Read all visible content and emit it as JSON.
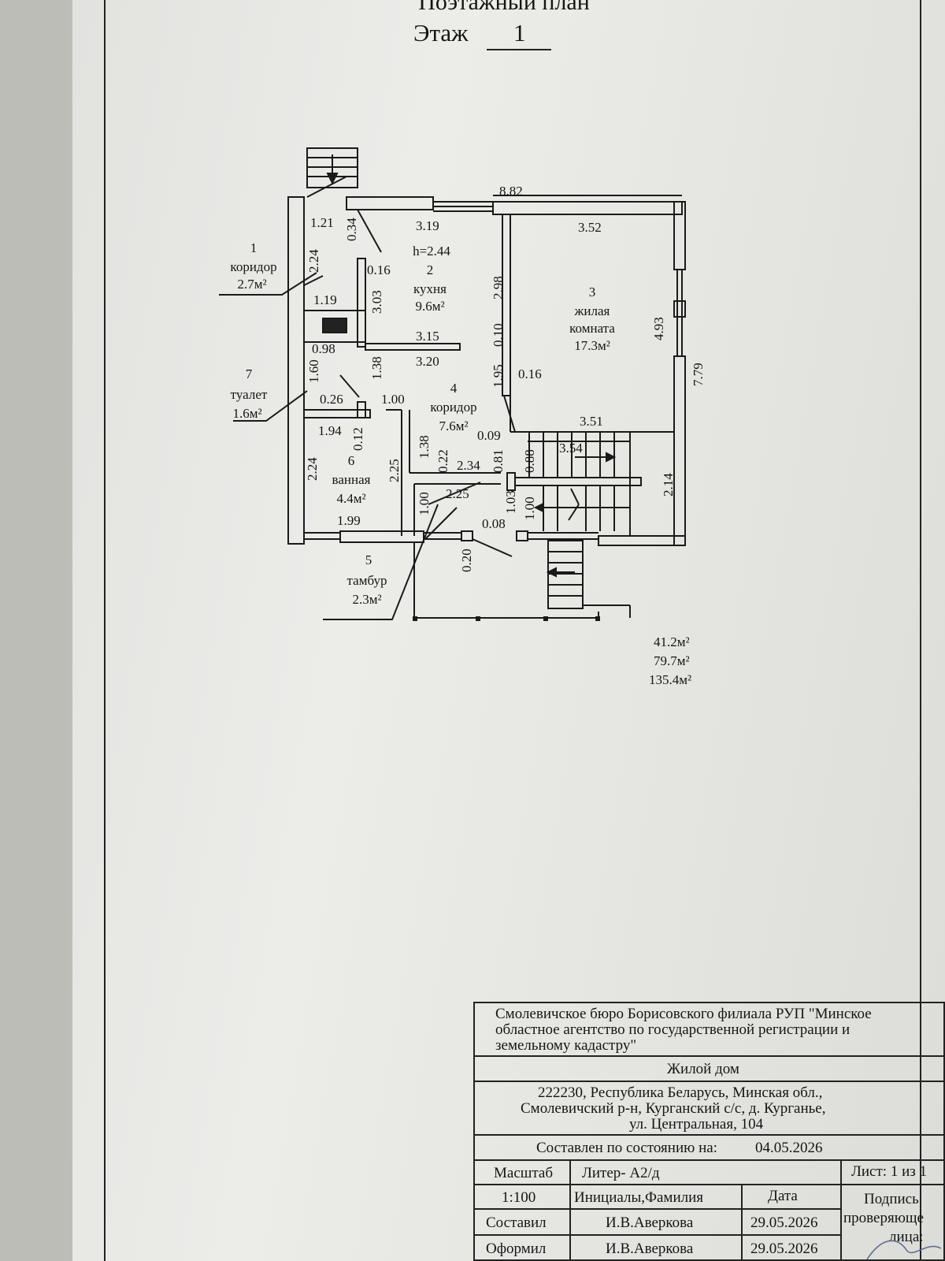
{
  "header": {
    "title_partial": "Поэтажный план",
    "floor_label": "Этаж",
    "floor_number": "1"
  },
  "rooms": [
    {
      "num": "1",
      "name": "коридор",
      "area": "2.7м²"
    },
    {
      "num": "2",
      "name": "кухня",
      "area": "9.6м²",
      "height": "h=2.44"
    },
    {
      "num": "3",
      "name_l1": "жилая",
      "name_l2": "комната",
      "area": "17.3м²"
    },
    {
      "num": "4",
      "name": "коридор",
      "area": "7.6м²"
    },
    {
      "num": "5",
      "name": "тамбур",
      "area": "2.3м²"
    },
    {
      "num": "6",
      "name": "ванная",
      "area": "4.4м²"
    },
    {
      "num": "7",
      "name": "туалет",
      "area": "1.6м²"
    }
  ],
  "dimensions": {
    "d_882": "8.82",
    "d_319": "3.19",
    "d_352": "3.52",
    "d_121": "1.21",
    "d_034": "0.34",
    "d_224a": "2.24",
    "d_016a": "0.16",
    "d_303": "3.03",
    "d_298": "2.98",
    "d_493": "4.93",
    "d_779": "7.79",
    "d_119": "1.19",
    "d_315": "3.15",
    "d_010": "0.10",
    "d_098": "0.98",
    "d_320": "3.20",
    "d_160": "1.60",
    "d_138a": "1.38",
    "d_195": "1.95",
    "d_016b": "0.16",
    "d_026": "0.26",
    "d_100a": "1.00",
    "d_351": "3.51",
    "d_194": "1.94",
    "d_012": "0.12",
    "d_009": "0.09",
    "d_138b": "1.38",
    "d_354": "3.54",
    "d_022": "0.22",
    "d_081": "0.81",
    "d_088": "0.88",
    "d_224b": "2.24",
    "d_225a": "2.25",
    "d_234": "2.34",
    "d_225b": "2.25",
    "d_214": "2.14",
    "d_103": "1.03",
    "d_100b": "1.00",
    "d_100c": "1.00",
    "d_199": "1.99",
    "d_008": "0.08",
    "d_020": "0.20"
  },
  "totals": {
    "t1": "41.2м²",
    "t2": "79.7м²",
    "t3": "135.4м²"
  },
  "title_block": {
    "org_l1": "Смолевичское бюро Борисовского филиала РУП \"Минское",
    "org_l2": "областное агентство по государственной регистрации и",
    "org_l3": "земельному кадастру\"",
    "object": "Жилой дом",
    "addr_l1": "222230, Республика Беларусь, Минская обл.,",
    "addr_l2": "Смолевичский р-н, Курганский с/с, д. Курганье,",
    "addr_l3": "ул. Центральная, 104",
    "state_label": "Составлен по состоянию на:",
    "state_date": "04.05.2026",
    "scale_label": "Масштаб",
    "scale_value": "1:100",
    "liter": "Литер- А2/д",
    "sheet": "Лист: 1 из 1",
    "col_name": "Инициалы,Фамилия",
    "col_date": "Дата",
    "sign_l1": "Подпись",
    "sign_l2": "проверяюще",
    "sign_l3": "лица:",
    "row1_role": "Составил",
    "row1_name": "И.В.Аверкова",
    "row1_date": "29.05.2026",
    "row2_role": "Оформил",
    "row2_name": "И.В.Аверкова",
    "row2_date": "29.05.2026"
  }
}
